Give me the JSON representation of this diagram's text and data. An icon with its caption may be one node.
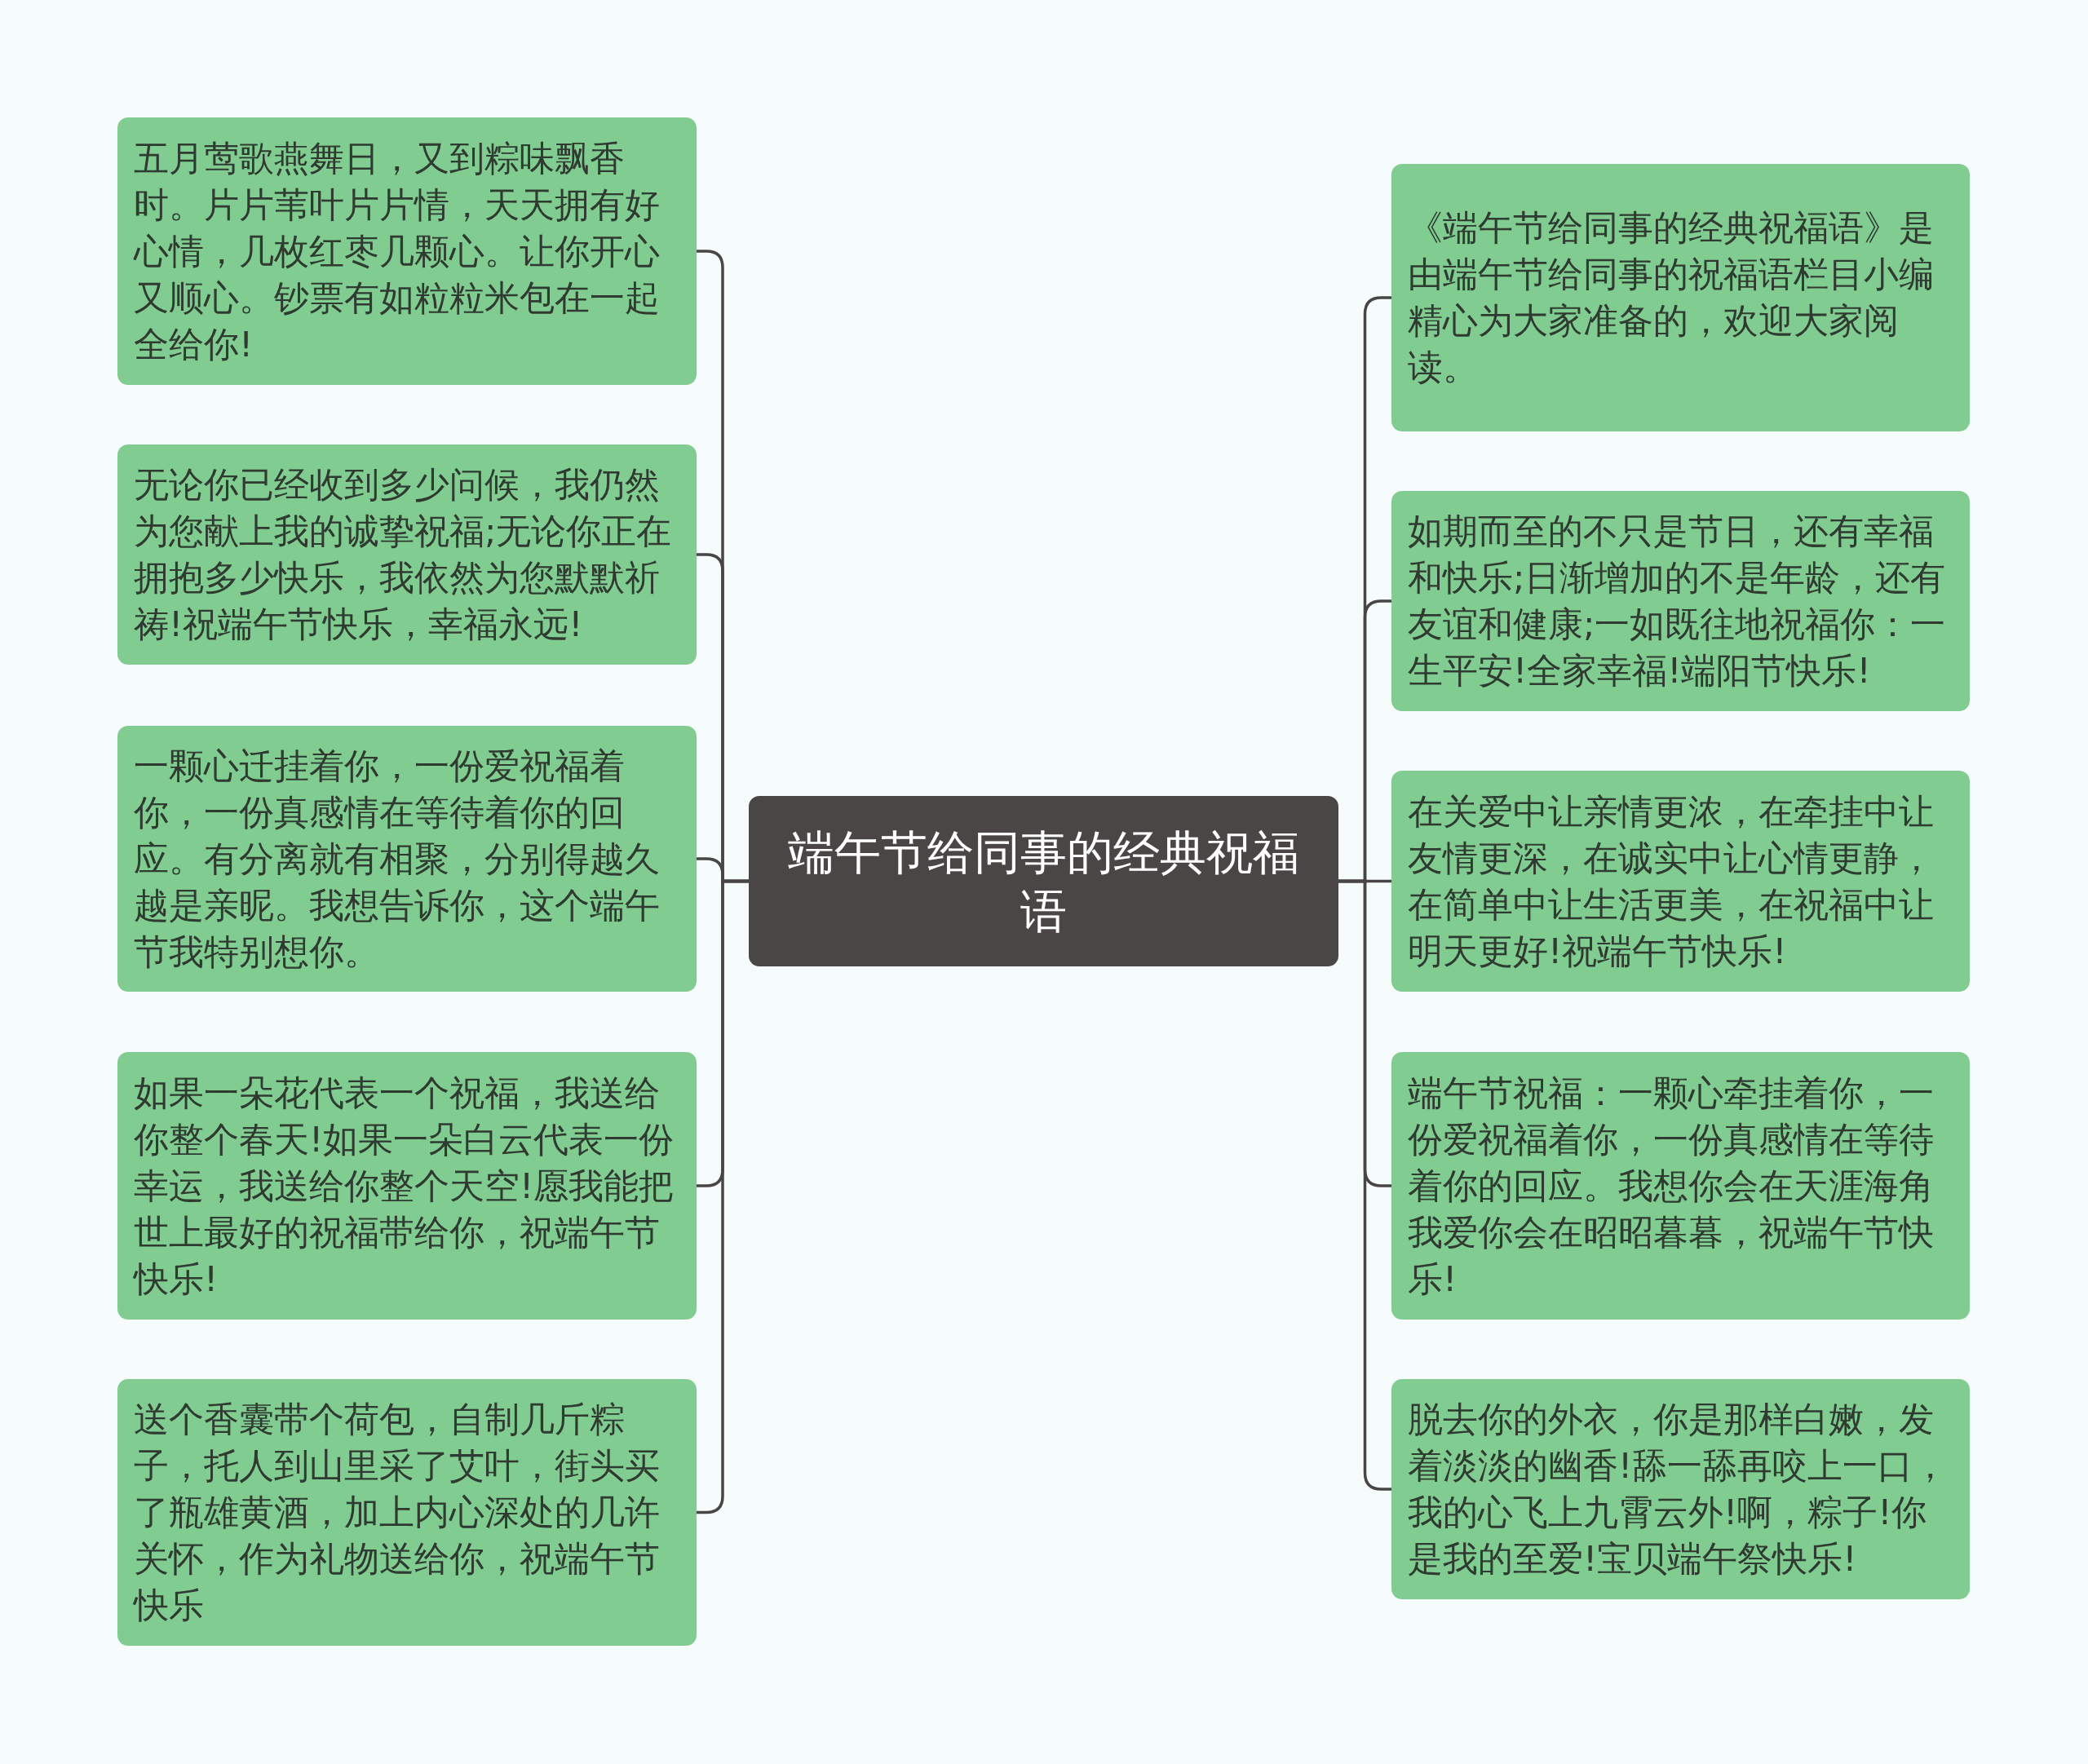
{
  "diagram": {
    "nodes": [
      {
        "text": [
          "端午节给同事的经典祝福语"
        ]
      },
      {
        "text": [
          "五月莺歌燕舞日，又到粽味飘香时。片片苇叶片片情，天天拥有好心情，几枚红枣几颗心。让你开心又顺心。钞票有如粒粒米包在一起全给你!"
        ]
      },
      {
        "text": [
          "无论你已经收到多少问候，我仍然为您献上我的诚挚祝福;无论你正在拥抱多少快乐，我依然为您默默祈祷!祝端午节快乐，幸福永远!"
        ]
      },
      {
        "text": [
          "一颗心迁挂着你，一份爱祝福着你，一份真感情在等待着你的回应。有分离就有相聚，分别得越久越是亲昵。我想告诉你，这个端午节我特别想你。"
        ]
      },
      {
        "text": [
          "如果一朵花代表一个祝福，我送给你整个春天!如果一朵白云代表一份幸运，我送给你整个天空!愿我能把世上最好的祝福带给你，祝端午节快乐!"
        ]
      },
      {
        "text": [
          "送个香囊带个荷包，自制几斤粽子，托人到山里采了艾叶，街头买了瓶雄黄酒，加上内心深处的几许关怀，作为礼物送给你，祝端午节快乐"
        ]
      },
      {
        "text": [
          "《端午节给同事的经典祝福语》是由端午节给同事的祝福语栏目小编精心为大家准备的，欢迎大家阅读。"
        ]
      },
      {
        "text": [
          "如期而至的不只是节日，还有幸福和快乐;日渐增加的不是年龄，还有友谊和健康;一如既往地祝福你：一生平安!全家幸福!端阳节快乐!"
        ]
      },
      {
        "text": [
          "在关爱中让亲情更浓，在牵挂中让友情更深，在诚实中让心情更静，在简单中让生活更美，在祝福中让明天更好!祝端午节快乐!"
        ]
      },
      {
        "text": [
          "端午节祝福：一颗心牵挂着你，一份爱祝福着你，一份真感情在等待着你的回应。我想你会在天涯海角我爱你会在昭昭暮暮，祝端午节快乐!"
        ]
      },
      {
        "text": [
          "脱去你的外衣，你是那样白嫩，发着淡淡的幽香!舔一舔再咬上一口，我的心飞上九霄云外!啊，粽子!你是我的至爱!宝贝端午祭快乐!"
        ]
      }
    ],
    "edges": [
      {
        "from": 0,
        "to": 1,
        "arrow": "none"
      },
      {
        "from": 0,
        "to": 2,
        "arrow": "none"
      },
      {
        "from": 0,
        "to": 3,
        "arrow": "none"
      },
      {
        "from": 0,
        "to": 4,
        "arrow": "none"
      },
      {
        "from": 0,
        "to": 5,
        "arrow": "none"
      },
      {
        "from": 0,
        "to": 6,
        "arrow": "none"
      },
      {
        "from": 0,
        "to": 7,
        "arrow": "none"
      },
      {
        "from": 0,
        "to": 8,
        "arrow": "none"
      },
      {
        "from": 0,
        "to": 9,
        "arrow": "none"
      },
      {
        "from": 0,
        "to": 10,
        "arrow": "none"
      }
    ]
  }
}
